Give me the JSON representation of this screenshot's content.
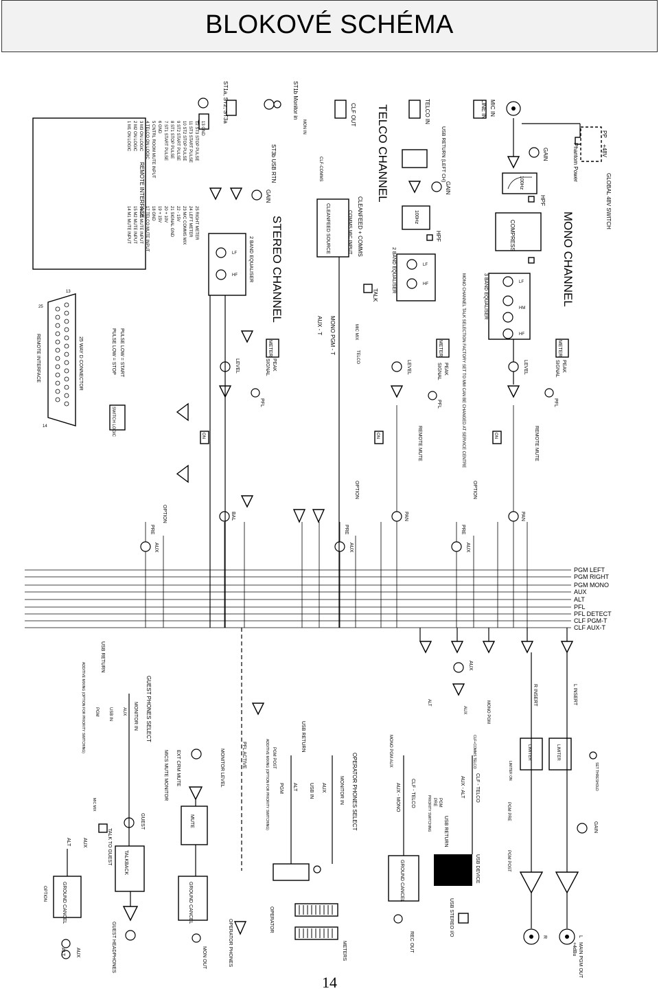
{
  "page": {
    "title": "BLOKOVÉ SCHÉMA",
    "page_number": "14"
  },
  "channels": {
    "mono": "MONO CHANNEL",
    "telco": "TELCO CHANNEL",
    "stereo": "STEREO CHANNEL"
  },
  "inputs": {
    "mic_in": "MIC IN",
    "line_in": "LINE IN",
    "telco_in": "TELCO IN",
    "usb_return_left": "USB RETURN (LEFT CH)",
    "clf_out": "CLF OUT",
    "st1b_monitor_in": "ST1b Monitor in",
    "st_labels": "ST1a, ST2, ST3a",
    "st3b_usb_rtn": "ST3b USB RTN",
    "mon_in": "MON IN",
    "clf_comms": "CLF-COMMS"
  },
  "power": {
    "pp": "PP",
    "plus48v": "+48V",
    "global_48v_switch": "GLOBAL 48V SWITCH",
    "phantom_power": "Phantom Power"
  },
  "blocks": {
    "gain": "GAIN",
    "hpf": "HPF",
    "hz100": "100Hz",
    "compress": "COMPRESS",
    "eq3": "3 BAND EQUALISER",
    "eq2": "2 BAND EQUALISER",
    "lf": "LF",
    "hf": "HF",
    "hm": "HM",
    "meter": "METER",
    "peak": "PEAK",
    "signal": "SIGNAL",
    "level": "LEVEL",
    "pfl": "PFL",
    "on": "ON",
    "remote_mute": "REMOTE MUTE",
    "option": "OPTION",
    "pan": "PAN",
    "bal": "BAL",
    "pre": "PRE",
    "aux": "AUX",
    "talk": "TALK",
    "cleanfeed_comms": "CLEANFEED + COMMS",
    "comms_mic_input": "COMMS MIC INPUT",
    "cleanfeed_source": "CLEANFEED SOURCE",
    "mono_pgm_t": "MONO PGM - T",
    "aux_t": "AUX - T",
    "mic_mix": "MIC MIX",
    "telco": "TELCO",
    "switch_logic": "SWITCH LOGIC",
    "pulse_low_start": "PULSE LOW = START",
    "pulse_low_stop": "PULSE LOW = STOP",
    "mono_telco_note": "MONO CHANNEL TALK SELECTION FACTORY SET TO MM CAN BE CHANGED AT SERVICE CENTRE"
  },
  "buses": [
    "PGM LEFT",
    "PGM RIGHT",
    "PGM MONO",
    "AUX",
    "ALT",
    "PFL",
    "PFL DETECT",
    "CLF PGM-T",
    "CLF AUX-T"
  ],
  "remote_interface": {
    "title": "REMOTE INTERFACE",
    "connector": "25 WAY D CONNECTOR",
    "pin1": "13",
    "pin14": "14",
    "pin25": "25",
    "pins": [
      "1  M1 ON LOGIC",
      "2  M2 ON LOGIC",
      "3  M3 ON LOGIC",
      "4  TELCO ON LOGIC",
      "5  CNTRL ROOM MUTE INPUT",
      "6  GND",
      "7  ST1 START PULSE",
      "8  ST1 STOP PULSE",
      "9  ST2 START PULSE",
      "10 ST2 STOP PULSE",
      "11 ST3 START PULSE",
      "12 ST3 STOP PULSE",
      "13 GND",
      "14 M1 MUTE INPUT",
      "15 M2 MUTE INPUT",
      "16 M3 MUTE INPUT",
      "17 TELCO MUTE INPUT",
      "18 GND",
      "19 + 15V",
      "20 + 10V",
      "21 SIGNAL GND",
      "22 - 15V",
      "23 M/C COMMS MIX",
      "24 LEFT METER",
      "25 RIGHT METER"
    ]
  },
  "outputs": {
    "l_insert": "L INSERT",
    "r_insert": "R INSERT",
    "limiter": "LIMITER",
    "limiter_on": "LIMITER ON",
    "set_threshold": "SET THRESHOLD",
    "mono_pgm": "MONO PGM",
    "alt": "ALT",
    "aux": "AUX",
    "pgm_pre": "PGM PRE",
    "pgm_post": "PGM POST",
    "gain": "GAIN",
    "main_pgm_out": "MAIN PGM OUT",
    "plus4dbu": "+4dBu",
    "l": "L",
    "r": "R",
    "usb_device": "USB DEVICE",
    "usb_stereo_io": "USB STEREO I/O",
    "usb_return": "USB RETURN",
    "clf_telco": "CLF - TELCO",
    "aux_alt": "AUX - ALT",
    "clf_comms_telco": "CLF+COMMS TELCO",
    "pgm": "PGM",
    "pre": "PRE",
    "priority_switching": "PRIORITY SWITCHING",
    "clf_telco_2": "CLF - TELCO",
    "aux_mono": "AUX - MONO",
    "mono_pgm_aux": "MONO PGM AUX",
    "ground_cancel": "GROUND CANCEL",
    "rec_out": "REC OUT",
    "operator_phones_select": "OPERATOR PHONES SELECT",
    "monitor_in": "MONITOR IN",
    "usb_in": "USB IN",
    "alt_in": "ALT",
    "aux_in": "AUX",
    "pgm_in": "PGM",
    "usb_return_2": "USB RETURN",
    "pgm_post_2": "PGM POST",
    "additive_mixing": "ADDITIVE MIXING (OPTION FOR PRIORITY SWITCHING)",
    "pfl_active": "PFL ACTIVE",
    "meters": "METERS",
    "operator": "OPERATOR",
    "operator_phones": "OPERATOR PHONES",
    "mon_out": "MON OUT",
    "monitor_level": "MONITOR LEVEL",
    "ext_crm_mute": "EXT CRM MUTE",
    "mics_mute_monitor": "MICS MUTE MONITOR",
    "mute": "MUTE",
    "guest_phones_select": "GUEST PHONES SELECT",
    "monitor_in_g": "MONITOR IN",
    "guest": "GUEST",
    "talkback": "TALKBACK",
    "guest_headphones": "GUEST HEADPHONES",
    "talk_to_guest": "TALK TO GUEST",
    "mic_mix": "MIC MIX",
    "option": "OPTION",
    "aux_out": "AUX",
    "alt_out": "ALT"
  }
}
